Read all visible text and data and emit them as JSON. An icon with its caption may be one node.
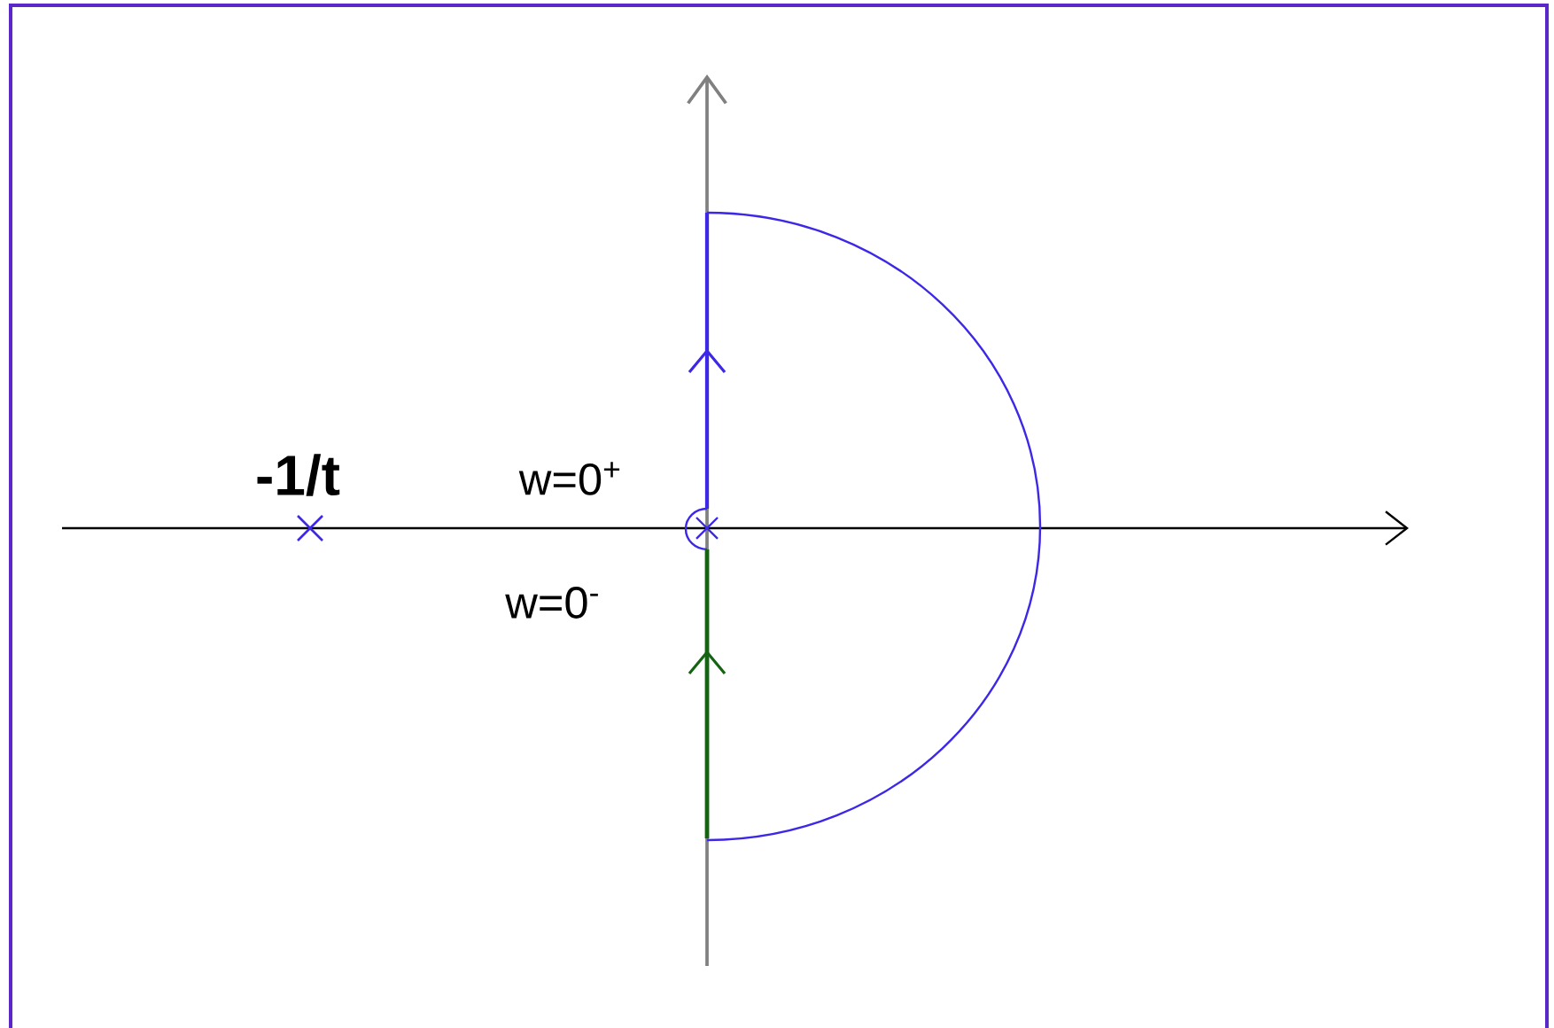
{
  "diagram": {
    "labels": [
      "-1/t",
      "w=0$^{+}$",
      "w=0$^{-}$"
    ]
  }
}
